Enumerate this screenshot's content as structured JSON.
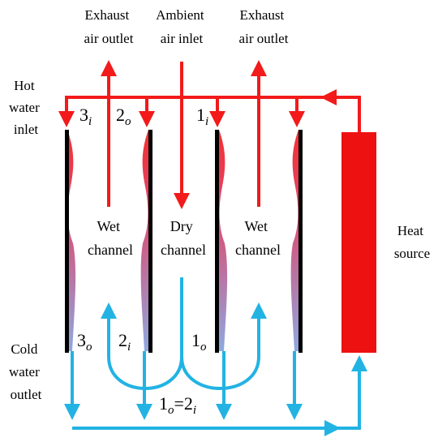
{
  "colors": {
    "hot": "#f21a1a",
    "cold": "#22b3e3",
    "wall": "#000000",
    "heat_source": "#ee1111",
    "gradient_top": "#f23030",
    "gradient_bottom": "#8ea8e0"
  },
  "labels": {
    "exhaust_left": [
      "Exhaust",
      "air outlet"
    ],
    "ambient": [
      "Ambient",
      "air inlet"
    ],
    "exhaust_right": [
      "Exhaust",
      "air outlet"
    ],
    "hot_water": [
      "Hot",
      "water",
      "inlet"
    ],
    "cold_water": [
      "Cold",
      "water",
      "outlet"
    ],
    "heat_source": [
      "Heat",
      "source"
    ],
    "wet_left": [
      "Wet",
      "channel"
    ],
    "dry": [
      "Dry",
      "channel"
    ],
    "wet_right": [
      "Wet",
      "channel"
    ]
  },
  "nodes": {
    "n3i": {
      "base": "3",
      "sub": "i"
    },
    "n2o": {
      "base": "2",
      "sub": "o"
    },
    "n1i": {
      "base": "1",
      "sub": "i"
    },
    "n3o": {
      "base": "3",
      "sub": "o"
    },
    "n2i": {
      "base": "2",
      "sub": "i"
    },
    "n1o": {
      "base": "1",
      "sub": "o"
    },
    "eq": {
      "a": "1",
      "a_sub": "o",
      "eq": "=",
      "b": "2",
      "b_sub": "i"
    }
  }
}
